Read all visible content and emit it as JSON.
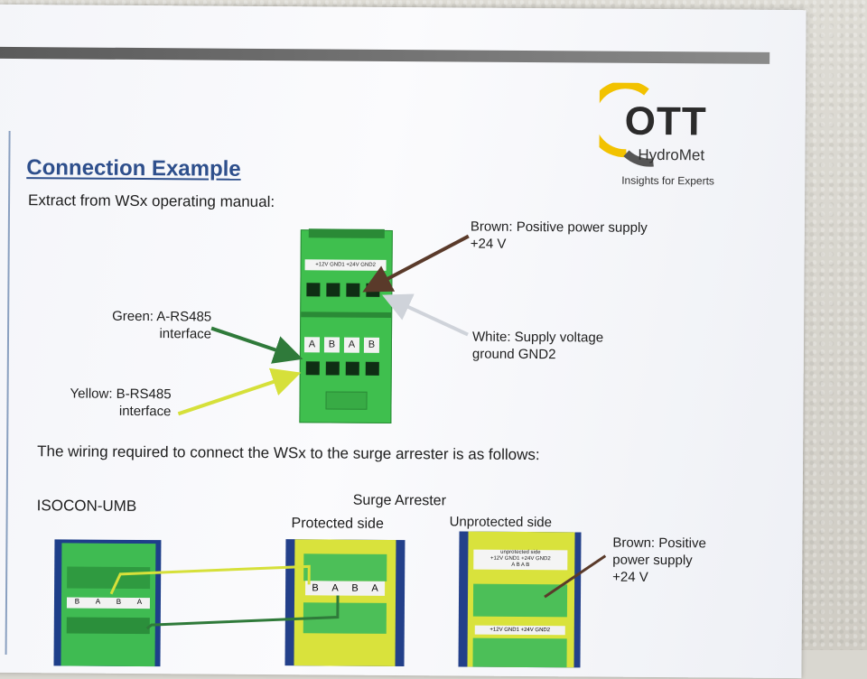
{
  "logo": {
    "brand": "OTT",
    "sub": "HydroMet",
    "tagline": "Insights for Experts"
  },
  "doc": {
    "title": "Connection Example",
    "subtitle": "Extract from WSx operating manual:",
    "wiring_text": "The wiring required to connect the WSx to the surge arrester is as follows:"
  },
  "diagram": {
    "terminal_label": "+12V GND1 +24V GND2",
    "letters": [
      "A",
      "B",
      "A",
      "B"
    ],
    "brown_label_1": "Brown: Positive power supply",
    "brown_label_2": "+24 V",
    "white_label_1": "White: Supply voltage",
    "white_label_2": "ground GND2",
    "green_label_1": "Green: A-RS485",
    "green_label_2": "interface",
    "yellow_label_1": "Yellow: B-RS485",
    "yellow_label_2": "interface"
  },
  "lower": {
    "isocon": "ISOCON-UMB",
    "surge_arrester": "Surge Arrester",
    "protected_side": "Protected side",
    "unprotected_side": "Unprotected side",
    "brown_1": "Brown: Positive",
    "brown_2": "power supply",
    "brown_3": "+24 V",
    "photo_letters_left": [
      "B",
      "A",
      "B",
      "A"
    ],
    "photo_letters_mid": [
      "B",
      "A",
      "B",
      "A"
    ],
    "unprot_label": "unprotected side",
    "unprot_terminals": "+12V GND1 +24V GND2",
    "unprot_letters": "A    B    A    B",
    "unprot_bottom_terminals": "+12V GND1 +24V GND2"
  },
  "colors": {
    "title_blue": "#2e4f8c",
    "terminal_green": "#3fbf4e",
    "brown_wire": "#5a3a2a",
    "green_wire": "#2f7a3a",
    "yellow_wire": "#d6e03a"
  }
}
